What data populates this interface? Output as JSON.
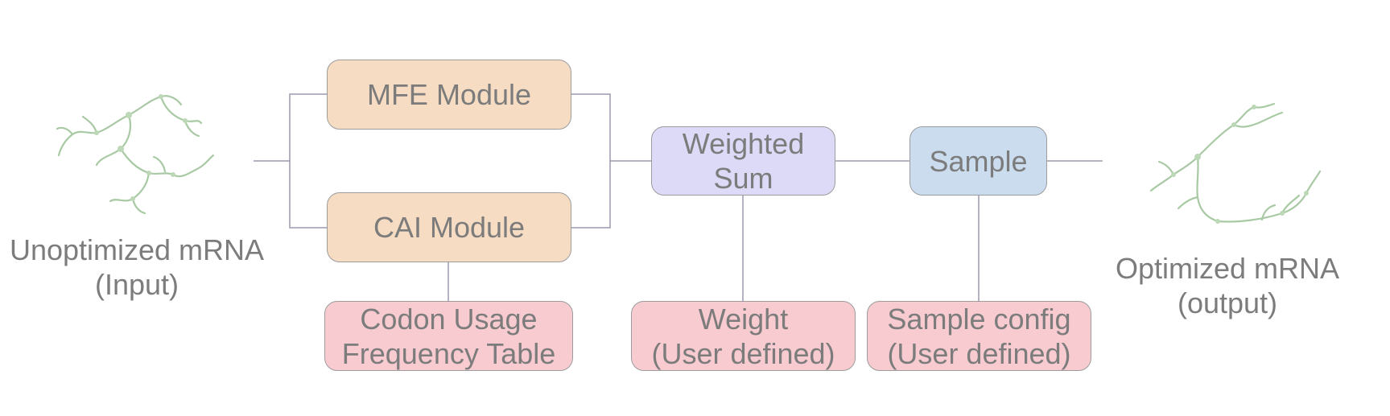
{
  "input": {
    "label": "Unoptimized mRNA\n(Input)"
  },
  "output": {
    "label": "Optimized mRNA\n(output)"
  },
  "modules": {
    "mfe": "MFE Module",
    "cai": "CAI Module",
    "weighted_sum": "Weighted\nSum",
    "sample": "Sample"
  },
  "configs": {
    "codon_table": "Codon Usage\nFrequency Table",
    "weight": "Weight\n(User defined)",
    "sample_config": "Sample config\n(User defined)"
  },
  "icons": {
    "input": "rna-structure-icon",
    "output": "rna-structure-icon"
  },
  "colors": {
    "module": "#f6dcc2",
    "weighted_sum": "#dcdaf6",
    "sample": "#cbdcef",
    "config": "#f7cbd0",
    "text": "#7c7c7c",
    "rna": "#a8c9a4"
  }
}
